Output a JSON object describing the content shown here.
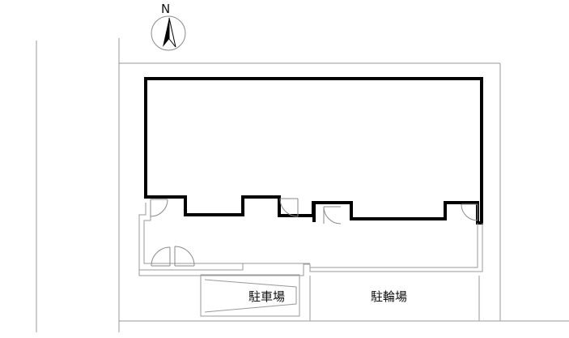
{
  "compass": {
    "north_label": "N"
  },
  "labels": {
    "parking_car": "駐車場",
    "parking_bicycle": "駐輪場"
  },
  "colors": {
    "building_outline": "#000000",
    "site_line": "#9a9a9a",
    "background": "#ffffff"
  }
}
